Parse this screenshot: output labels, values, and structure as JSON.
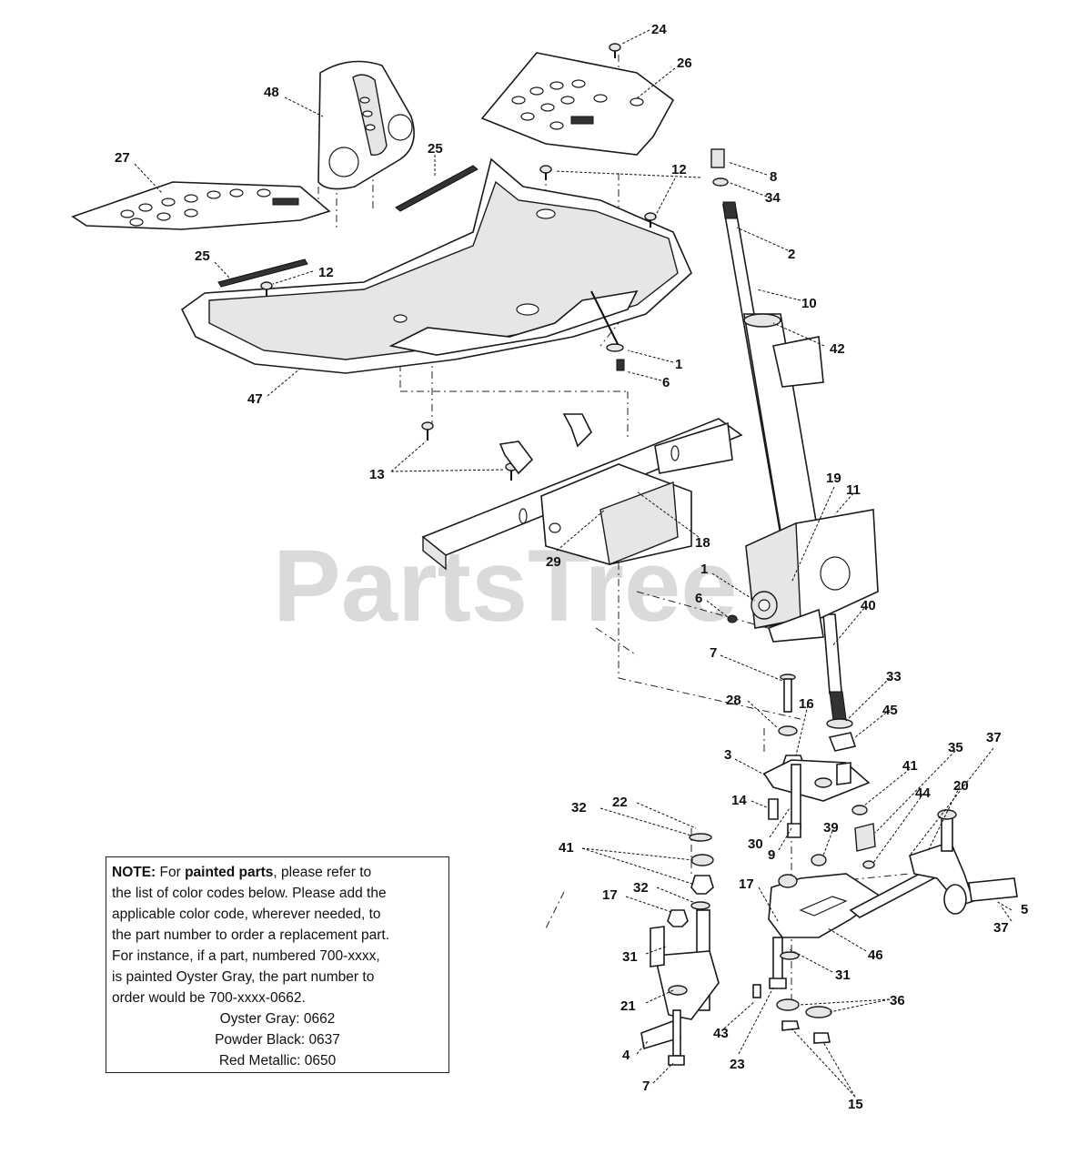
{
  "watermark": "PartsTree",
  "callouts": [
    "24",
    "26",
    "48",
    "27",
    "25",
    "12",
    "8",
    "34",
    "2",
    "25",
    "12",
    "10",
    "42",
    "1",
    "6",
    "47",
    "13",
    "19",
    "11",
    "18",
    "29",
    "1",
    "6",
    "40",
    "7",
    "33",
    "28",
    "16",
    "45",
    "3",
    "41",
    "35",
    "37",
    "14",
    "44",
    "20",
    "32",
    "22",
    "30",
    "39",
    "9",
    "41",
    "17",
    "32",
    "17",
    "31",
    "46",
    "5",
    "37",
    "31",
    "21",
    "36",
    "43",
    "4",
    "23",
    "15",
    "7"
  ],
  "note": {
    "line1_bold": "NOTE:",
    "line1_a": " For ",
    "line1_bold2": "painted parts",
    "line1_b": ", please refer to",
    "line2": "the list of color codes below. Please add the",
    "line3": "applicable color code, wherever needed, to",
    "line4": "the part number to order a replacement part.",
    "line5": "For instance, if a part, numbered 700-xxxx,",
    "line6": "is painted Oyster Gray,  the part number to",
    "line7": "order would be 700-xxxx-0662.",
    "colors": [
      "Oyster Gray:  0662",
      "Powder Black: 0637",
      "Red Metallic: 0650"
    ]
  }
}
